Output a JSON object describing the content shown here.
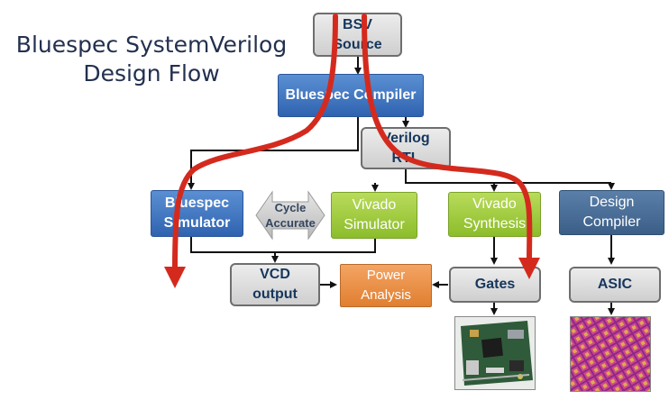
{
  "title": {
    "line1": "Bluespec SystemVerilog",
    "line2": "Design Flow"
  },
  "boxes": {
    "bsv_source": {
      "line1": "BSV",
      "line2": "Source"
    },
    "bluespec_compiler": {
      "label": "Bluespec Compiler"
    },
    "verilog_rtl": {
      "line1": "Verilog",
      "line2": "RTL"
    },
    "bluespec_simulator": {
      "line1": "Bluespec",
      "line2": "Simulator"
    },
    "cycle_accurate": {
      "line1": "Cycle",
      "line2": "Accurate"
    },
    "vivado_simulator": {
      "line1": "Vivado",
      "line2": "Simulator"
    },
    "vivado_synthesis": {
      "line1": "Vivado",
      "line2": "Synthesis"
    },
    "design_compiler": {
      "line1": "Design",
      "line2": "Compiler"
    },
    "vcd_output": {
      "line1": "VCD",
      "line2": "output"
    },
    "power_analysis": {
      "line1": "Power",
      "line2": "Analysis"
    },
    "gates": {
      "label": "Gates"
    },
    "asic": {
      "label": "ASIC"
    }
  },
  "colors": {
    "flow_arrow": "#d42a1e",
    "connector": "#111111",
    "blue_box": "#2f63b0",
    "green_box": "#8cbd2b",
    "orange_box": "#e07f30",
    "navy_box": "#3b5f87",
    "gray_box": "#d9d9d9"
  }
}
